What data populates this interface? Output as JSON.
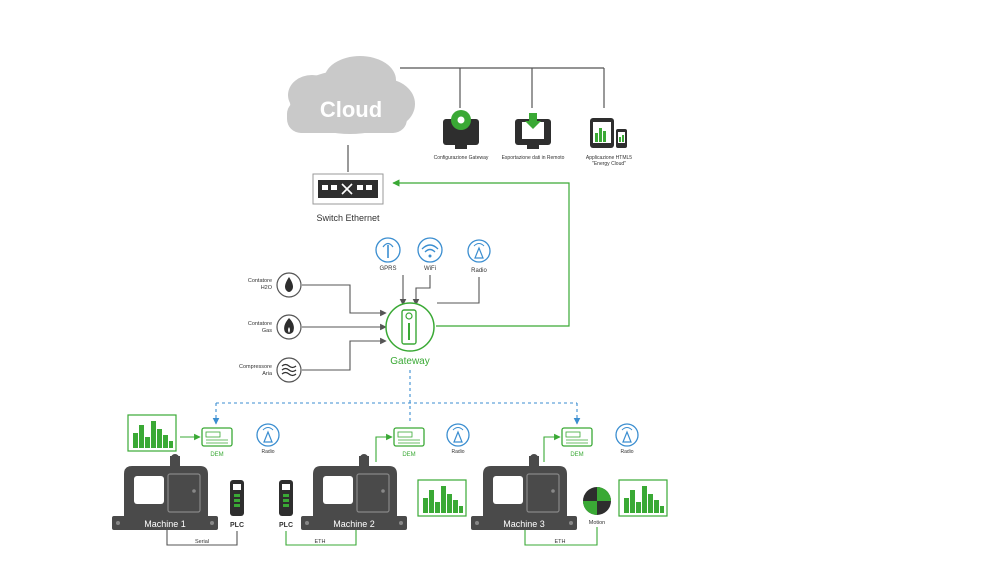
{
  "cloud": {
    "label": "Cloud"
  },
  "clients": [
    {
      "label": "Configurazione Gateway",
      "icon": "monitor-settings-icon"
    },
    {
      "label": "Esportazione dati in Remoto",
      "icon": "monitor-download-icon"
    },
    {
      "label_line1": "Applicazione HTML5",
      "label_line2": "\"Energy Cloud\"",
      "icon": "tablet-phone-icon"
    }
  ],
  "switch": {
    "label": "Switch Ethernet"
  },
  "wireless": [
    {
      "label": "GPRS",
      "icon": "gprs-antenna-icon"
    },
    {
      "label": "WiFi",
      "icon": "wifi-icon"
    },
    {
      "label": "Radio",
      "icon": "radio-tower-icon"
    }
  ],
  "meters": [
    {
      "line1": "Contatore",
      "line2": "H2O",
      "icon": "water-drop-icon"
    },
    {
      "line1": "Contatore",
      "line2": "Gas",
      "icon": "gas-flame-icon"
    },
    {
      "line1": "Compressore",
      "line2": "Aria",
      "icon": "air-waves-icon"
    }
  ],
  "gateway": {
    "label": "Gateway"
  },
  "dem_units": [
    {
      "label": "DEM",
      "radio": "Radio"
    },
    {
      "label": "DEM",
      "radio": "Radio"
    },
    {
      "label": "DEM",
      "radio": "Radio"
    }
  ],
  "machines": [
    {
      "label": "Machine 1"
    },
    {
      "label": "Machine 2"
    },
    {
      "label": "Machine 3"
    }
  ],
  "plcs": [
    {
      "label": "PLC"
    },
    {
      "label": "PLC"
    }
  ],
  "motion": {
    "label": "Motion"
  },
  "links": [
    {
      "label": "Serial"
    },
    {
      "label": "ETH"
    },
    {
      "label": "ETH"
    }
  ],
  "colors": {
    "green": "#3aa935",
    "dark": "#2e2e2e",
    "cloud": "#c9c9c9",
    "blue": "#3b8ed0",
    "line": "#555555"
  }
}
